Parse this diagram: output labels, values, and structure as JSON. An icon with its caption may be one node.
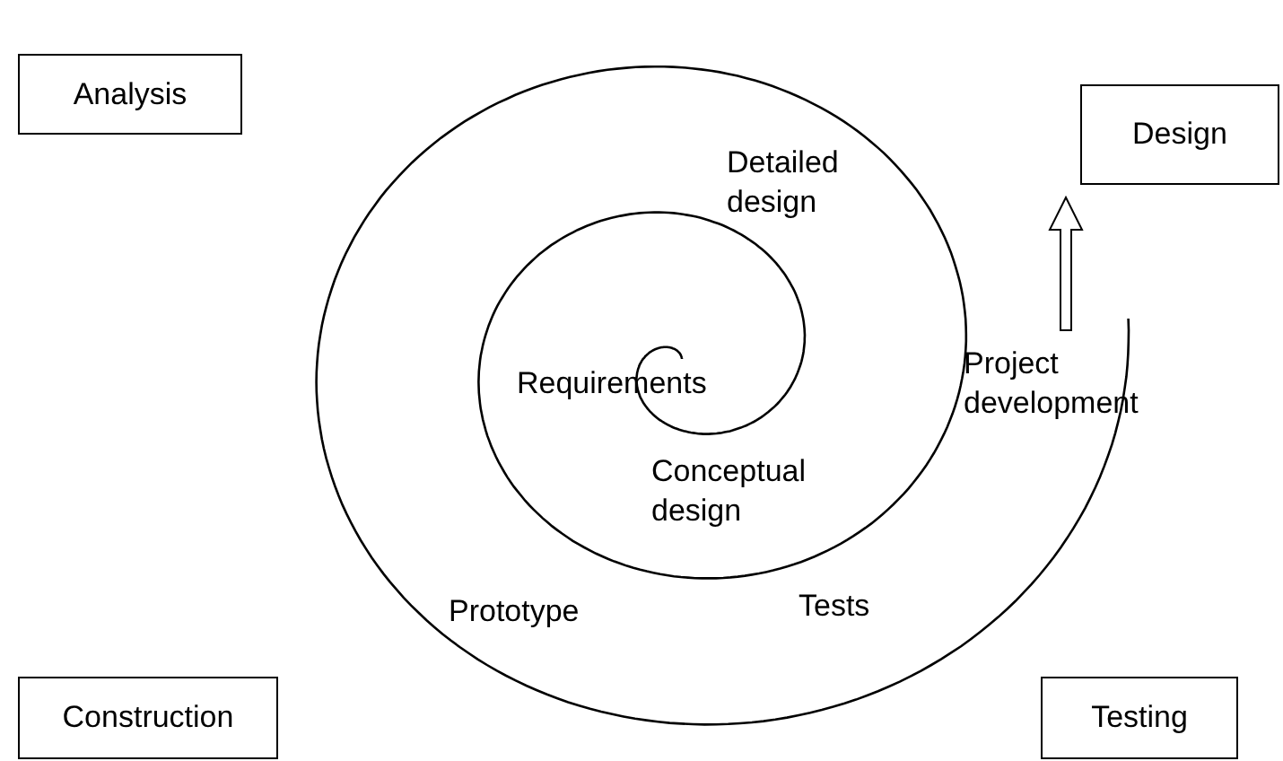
{
  "diagram": {
    "nodes": [
      {
        "text": [
          "Analysis"
        ]
      },
      {
        "text": [
          "Design"
        ]
      },
      {
        "text": [
          "Construction"
        ]
      },
      {
        "text": [
          "Testing"
        ]
      }
    ],
    "labels": [
      "Detailed design",
      "Requirements",
      "Conceptual design",
      "Prototype",
      "Tests",
      "Project development"
    ]
  }
}
